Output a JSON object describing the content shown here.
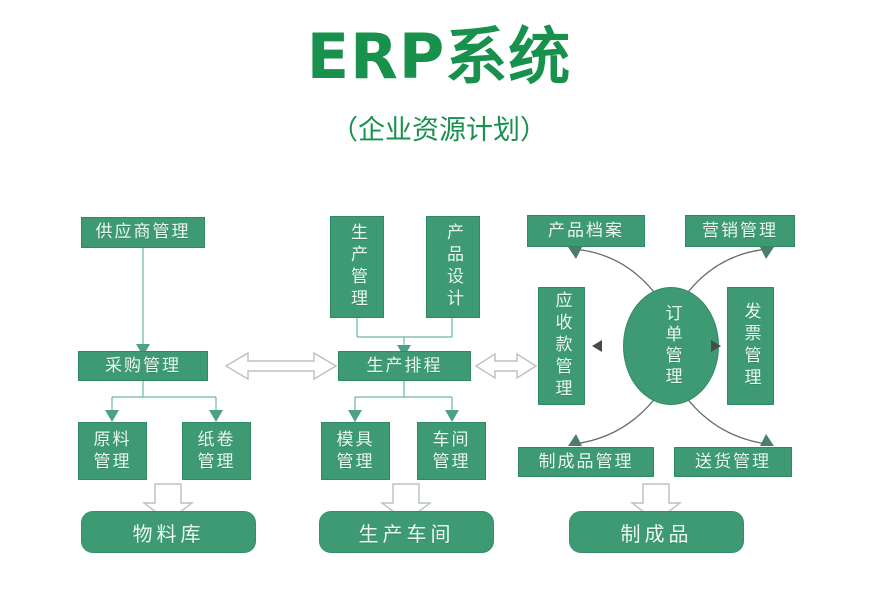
{
  "header": {
    "title": "ERP系统",
    "subtitle": "（企业资源计划）"
  },
  "theme": {
    "title_color": "#17914b",
    "node_fill": "#3d9a72",
    "node_border": "#2e8a63",
    "node_text": "#eafaf0",
    "connector_color": "#6fb79a",
    "hollow_arrow_stroke": "#9aa6a0",
    "background": "#ffffff"
  },
  "diagram": {
    "type": "flowchart",
    "columns": [
      {
        "name": "procurement",
        "nodes": [
          "供应商管理",
          "采购管理",
          "原料管理",
          "纸卷管理",
          "物料库"
        ]
      },
      {
        "name": "production",
        "nodes": [
          "生产管理",
          "产品设计",
          "生产排程",
          "模具管理",
          "车间管理",
          "生产车间"
        ]
      },
      {
        "name": "order",
        "nodes": [
          "产品档案",
          "营销管理",
          "应收款管理",
          "订单管理",
          "发票管理",
          "制成品管理",
          "送货管理",
          "制成品"
        ]
      }
    ],
    "nodes": {
      "supplier_mgmt": "供应商管理",
      "purchase_mgmt": "采购管理",
      "raw_material_mgmt": "原料管理",
      "paper_roll_mgmt": "纸卷管理",
      "material_warehouse": "物料库",
      "production_mgmt": "生产管理",
      "product_design": "产品设计",
      "production_schedule": "生产排程",
      "mold_mgmt": "模具管理",
      "workshop_mgmt": "车间管理",
      "production_workshop": "生产车间",
      "product_archive": "产品档案",
      "marketing_mgmt": "营销管理",
      "receivable_mgmt": "应收款管理",
      "order_mgmt": "订单管理",
      "invoice_mgmt": "发票管理",
      "finished_goods_mgmt": "制成品管理",
      "delivery_mgmt": "送货管理",
      "finished_goods": "制成品"
    },
    "node_lines": {
      "raw_material_mgmt": [
        "原料",
        "管理"
      ],
      "paper_roll_mgmt": [
        "纸卷",
        "管理"
      ],
      "mold_mgmt": [
        "模具",
        "管理"
      ],
      "workshop_mgmt": [
        "车间",
        "管理"
      ]
    },
    "edges": [
      {
        "from": "供应商管理",
        "to": "采购管理",
        "style": "arrow-down"
      },
      {
        "from": "采购管理",
        "to": "原料管理",
        "style": "arrow-down"
      },
      {
        "from": "采购管理",
        "to": "纸卷管理",
        "style": "arrow-down"
      },
      {
        "from": "原料管理/纸卷管理",
        "to": "物料库",
        "style": "hollow-arrow-down"
      },
      {
        "from": "生产管理",
        "to": "生产排程",
        "style": "arrow-down"
      },
      {
        "from": "产品设计",
        "to": "生产排程",
        "style": "arrow-down"
      },
      {
        "from": "生产排程",
        "to": "模具管理",
        "style": "arrow-down"
      },
      {
        "from": "生产排程",
        "to": "车间管理",
        "style": "arrow-down"
      },
      {
        "from": "模具管理/车间管理",
        "to": "生产车间",
        "style": "hollow-arrow-down"
      },
      {
        "from": "采购管理",
        "to": "生产排程",
        "style": "hollow-double-arrow"
      },
      {
        "from": "生产排程",
        "to": "应收款管理",
        "style": "hollow-double-arrow"
      },
      {
        "from": "订单管理",
        "to": "产品档案",
        "style": "curved-arrow"
      },
      {
        "from": "订单管理",
        "to": "营销管理",
        "style": "curved-arrow"
      },
      {
        "from": "订单管理",
        "to": "应收款管理",
        "style": "arrow-left"
      },
      {
        "from": "订单管理",
        "to": "发票管理",
        "style": "arrow-right"
      },
      {
        "from": "订单管理",
        "to": "制成品管理",
        "style": "curved-arrow"
      },
      {
        "from": "订单管理",
        "to": "送货管理",
        "style": "curved-arrow"
      },
      {
        "from": "制成品管理/送货管理",
        "to": "制成品",
        "style": "hollow-arrow-down"
      }
    ]
  }
}
